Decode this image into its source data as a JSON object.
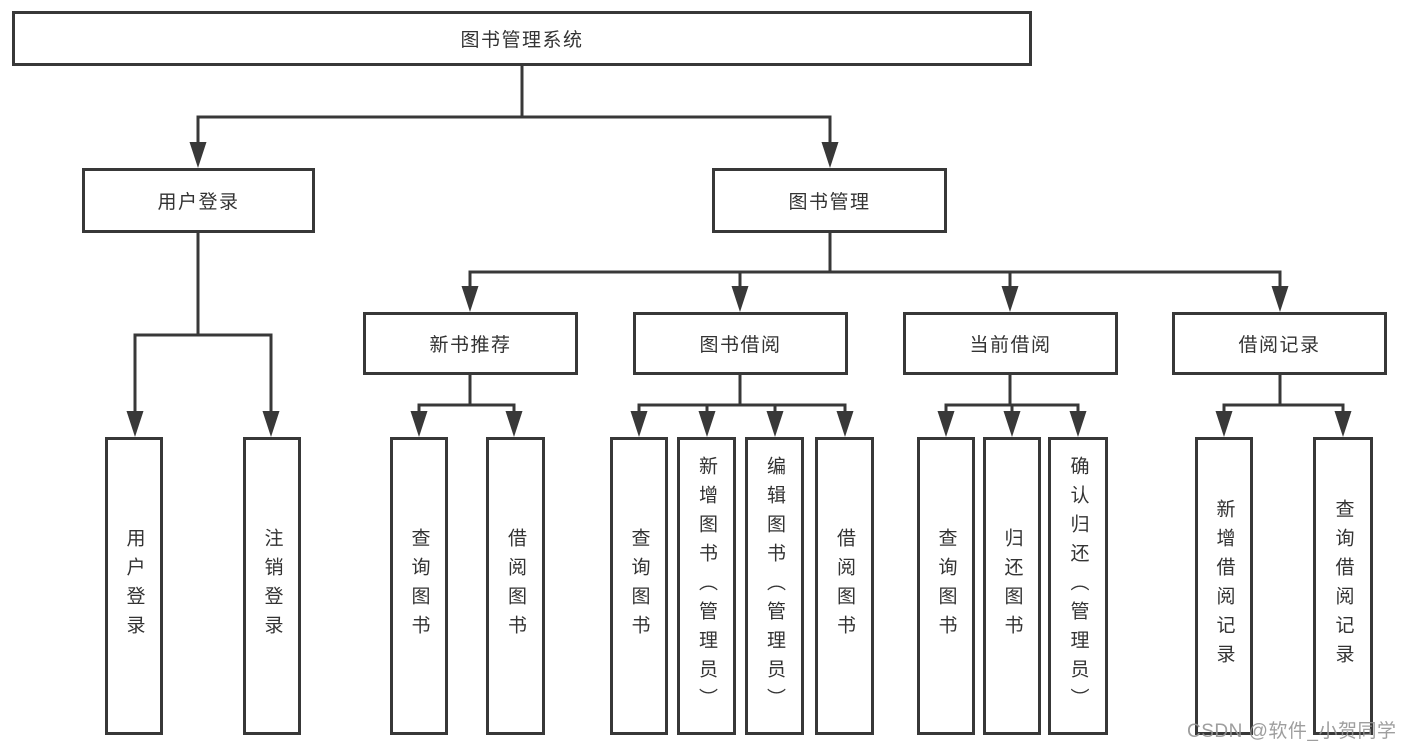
{
  "colors": {
    "line": "#383838",
    "border": "#383838",
    "text": "#333333",
    "background": "#ffffff",
    "watermark": "#949494"
  },
  "nodes": {
    "root": "图书管理系统",
    "level2": {
      "user_login": "用户登录",
      "book_management": "图书管理"
    },
    "level3": {
      "new_book_recommend": "新书推荐",
      "book_borrowing": "图书借阅",
      "current_borrowing": "当前借阅",
      "borrowing_records": "借阅记录"
    },
    "leaves": {
      "user_login": "用户登录",
      "logout": "注销登录",
      "rec_query_books": "查询图书",
      "rec_borrow_books": "借阅图书",
      "bb_query_books": "查询图书",
      "bb_add_books_admin": "新增图书（管理员）",
      "bb_edit_books_admin": "编辑图书（管理员）",
      "bb_borrow_books": "借阅图书",
      "cb_query_books": "查询图书",
      "cb_return_books": "归还图书",
      "cb_confirm_return_admin": "确认归还（管理员）",
      "br_add_record": "新增借阅记录",
      "br_query_record": "查询借阅记录"
    }
  },
  "watermark": "CSDN @软件_小贺同学"
}
